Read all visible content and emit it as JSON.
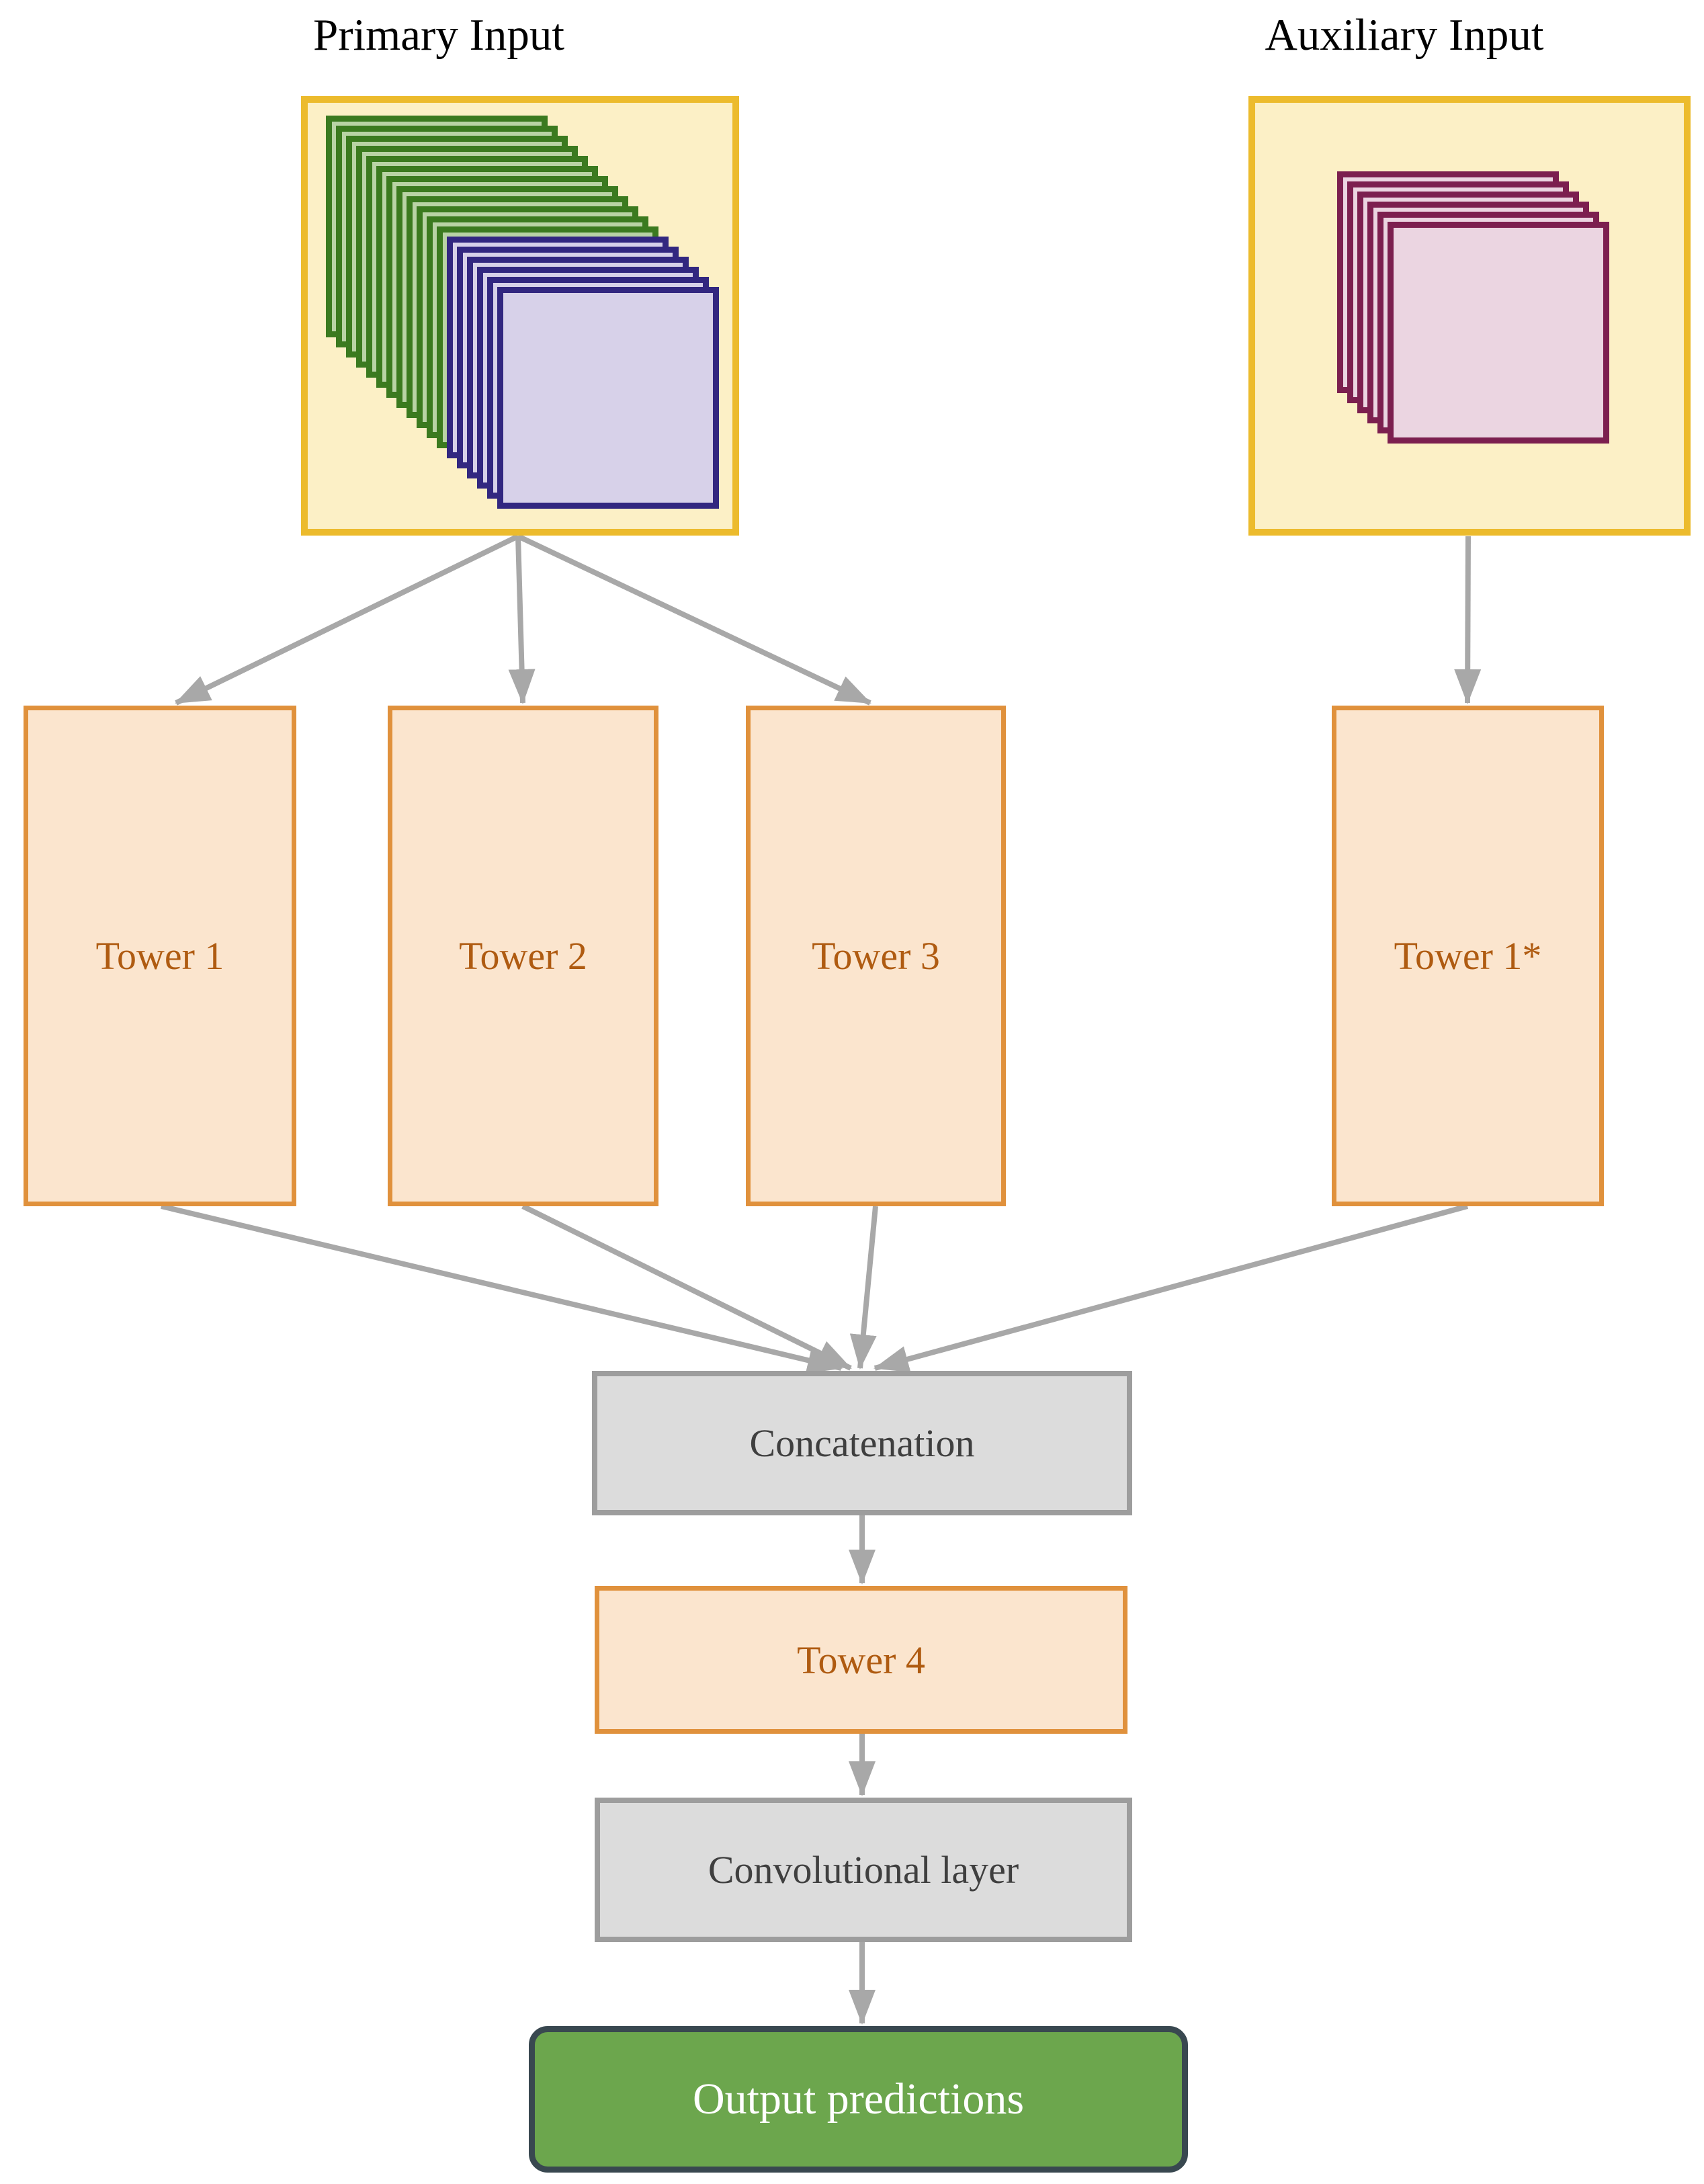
{
  "titles": {
    "primary": "Primary Input",
    "auxiliary": "Auxiliary Input"
  },
  "nodes": {
    "tower1": "Tower 1",
    "tower2": "Tower 2",
    "tower3": "Tower 3",
    "tower1_aux": "Tower 1*",
    "concatenation": "Concatenation",
    "tower4": "Tower 4",
    "conv_layer": "Convolutional layer",
    "output": "Output predictions"
  },
  "stacks": {
    "primary": [
      {
        "name": "green-feature-map",
        "count": 12,
        "border": "#3B7A1F",
        "fill": "#B9D3A5"
      },
      {
        "name": "purple-feature-map",
        "count": 6,
        "border": "#322780",
        "fill": "#D7D1E9"
      }
    ],
    "auxiliary": [
      {
        "name": "pink-feature-map",
        "count": 6,
        "border": "#7C1F4F",
        "fill": "#EBD5E1"
      }
    ]
  },
  "colors": {
    "background": "#FFFFFF",
    "title_text": "#000000",
    "input_box_border": "#ECBB2D",
    "input_box_fill": "#FCF0C6",
    "tower_border": "#E0913C",
    "tower_fill": "#FBE5CE",
    "tower_text": "#AF5B11",
    "gray_border": "#9D9D9D",
    "gray_fill": "#DCDCDC",
    "gray_text": "#3F3F3F",
    "output_border": "#394850",
    "output_fill": "#6CA64D",
    "output_text": "#FFFFFF",
    "arrow": "#A8A8A8"
  }
}
